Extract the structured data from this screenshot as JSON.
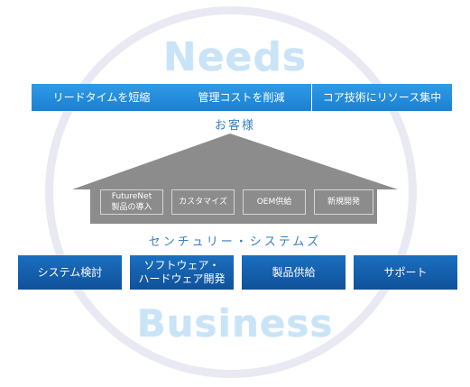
{
  "headline_top": "Needs",
  "headline_bottom": "Business",
  "needs": [
    "リードタイムを短縮",
    "管理コストを削減",
    "コア技術にリソース集中"
  ],
  "customer_label": "お客様",
  "house_items": [
    {
      "line1": "FutureNet",
      "line2": "製品の導入"
    },
    {
      "line1": "カスタマイズ",
      "line2": ""
    },
    {
      "line1": "OEM供給",
      "line2": ""
    },
    {
      "line1": "新規開発",
      "line2": ""
    }
  ],
  "company_label": "センチュリー・システムズ",
  "business": [
    "システム検討",
    "ソフトウェア・\nハードウェア開発",
    "製品供給",
    "サポート"
  ],
  "colors": {
    "need_box": "#2491e0",
    "business_box": "#145fae",
    "house": "#8a8a8a",
    "accent_text": "#3a7fc4",
    "big_word": "#c9e4f7"
  }
}
